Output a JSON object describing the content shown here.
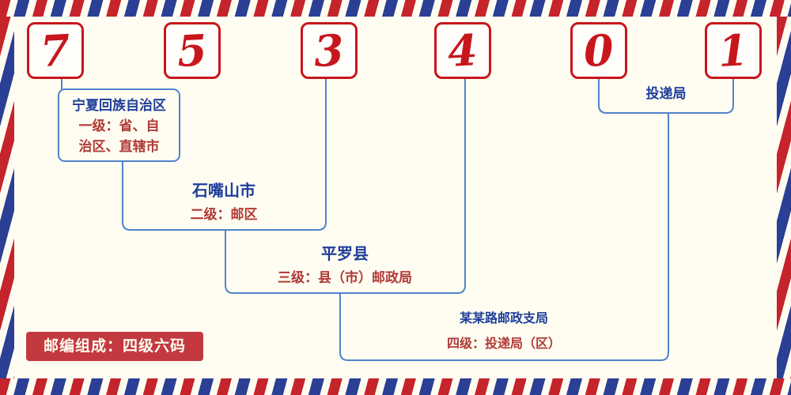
{
  "postal_code": {
    "digits": [
      "7",
      "5",
      "3",
      "4",
      "0",
      "1"
    ]
  },
  "annotations": {
    "level1": {
      "name": "宁夏回族自治区",
      "desc_line1": "一级：省、自",
      "desc_line2": "治区、直辖市"
    },
    "level2": {
      "name": "石嘴山市",
      "desc": "二级：邮区"
    },
    "level3": {
      "name": "平罗县",
      "desc": "三级：县（市）邮政局"
    },
    "level4": {
      "name": "某某路邮政支局",
      "desc": "四级：投递局（区）"
    },
    "delivery": {
      "name": "投递局"
    }
  },
  "footer": {
    "badge_text": "邮编组成：四级六码"
  },
  "colors": {
    "digit_red": "#c8161d",
    "label_blue": "#1f3e9a",
    "desc_red": "#b03a36",
    "connector_blue": "#4f83cc",
    "badge_background": "#c4393f",
    "stripe_red": "#c5242b",
    "stripe_blue": "#2b3f94",
    "background": "#fffdf2"
  }
}
